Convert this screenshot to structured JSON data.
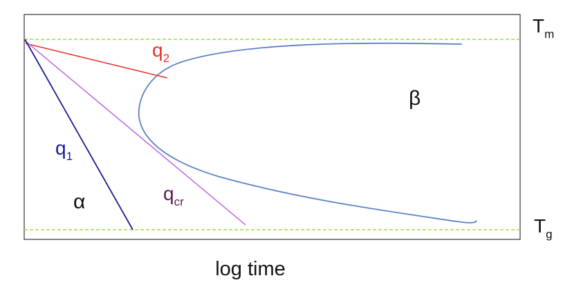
{
  "labels": {
    "t_melt": {
      "main": "T",
      "sub": "m"
    },
    "t_glass": {
      "main": "T",
      "sub": "g"
    },
    "x_axis": "log time",
    "q1": {
      "main": "q",
      "sub": "1"
    },
    "q2": {
      "main": "q",
      "sub": "2"
    },
    "qcr": {
      "main": "q",
      "sub": "cr"
    },
    "alpha": "α",
    "beta": "β"
  },
  "colors": {
    "frame": "#333333",
    "reference_lines": "#99e033",
    "q1": "#1a1a8c",
    "q2": "#e8322a",
    "qcr": "#c36ee8",
    "qcr_label": "#5a1a5a",
    "transformation_curve": "#5b7fc8",
    "text": "#111111"
  }
}
